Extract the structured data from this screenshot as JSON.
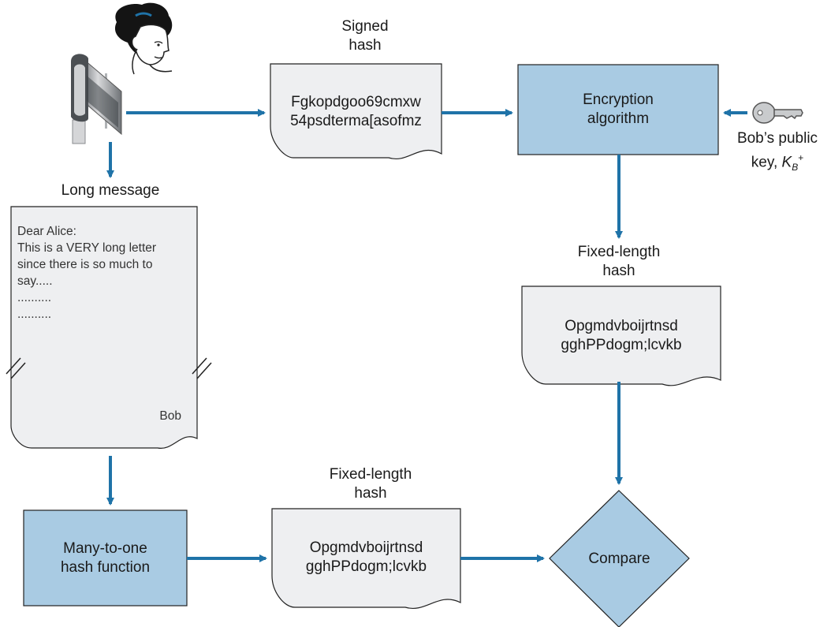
{
  "labels": {
    "signed_hash": "Signed\nhash",
    "long_message": "Long message",
    "fixed_length_hash_right": "Fixed-length\nhash",
    "fixed_length_hash_bottom": "Fixed-length\nhash",
    "bobs_public_key_line1": "Bob’s public",
    "bobs_public_key_line2": "key, ",
    "key_symbol": "K",
    "key_subscript": "B",
    "key_superscript": "+"
  },
  "documents": {
    "signed_hash_text": [
      "Fgkopdgoo69cmxw",
      "54psdterma[asofmz"
    ],
    "fixed_hash_right_text": [
      "Opgmdvboijrtnsd",
      "gghPPdogm;lcvkb"
    ],
    "fixed_hash_bottom_text": [
      "Opgmdvboijrtnsd",
      "gghPPdogm;lcvkb"
    ]
  },
  "letter": {
    "lines": [
      "Dear Alice:",
      "This is a VERY long letter",
      "since there is so much to",
      "say.....",
      "..........",
      ".........."
    ],
    "signature": "Bob"
  },
  "boxes": {
    "encryption": "Encryption\nalgorithm",
    "hash_function": "Many-to-one\nhash function",
    "compare": "Compare"
  },
  "colors": {
    "arrow": "#1f73a8",
    "box_fill": "#a9cbe3",
    "doc_fill": "#eeeff1",
    "outline": "#222222"
  },
  "icons": {
    "sender": "person-icon",
    "mailbox": "mailbox-icon",
    "key": "key-icon"
  }
}
